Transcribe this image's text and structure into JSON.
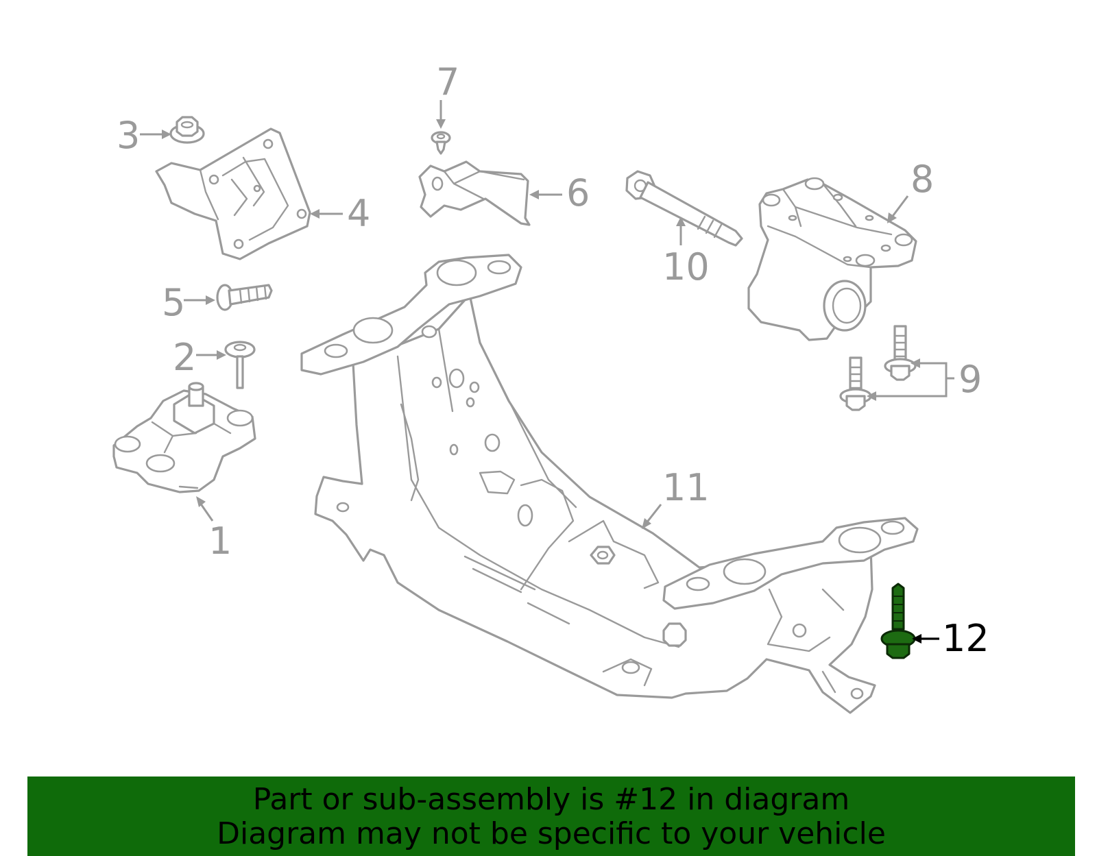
{
  "diagram": {
    "callouts": [
      "1",
      "2",
      "3",
      "4",
      "5",
      "6",
      "7",
      "8",
      "9",
      "10",
      "11",
      "12"
    ],
    "highlighted_callout": "12",
    "colors": {
      "line_art": "#9a9a9a",
      "highlight_fill": "#1d6b12",
      "highlight_label": "#000000"
    }
  },
  "banner": {
    "line1": "Part or sub-assembly is #12 in diagram",
    "line2": "Diagram may not be specific to your vehicle",
    "background": "#0f6b0a"
  }
}
